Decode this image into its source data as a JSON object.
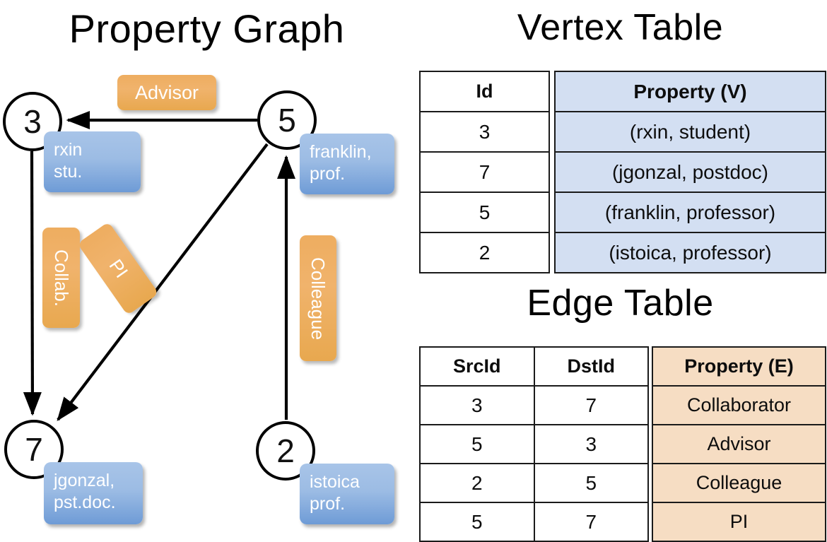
{
  "titles": {
    "property_graph": "Property Graph",
    "vertex_table": "Vertex Table",
    "edge_table": "Edge Table"
  },
  "graph": {
    "nodes": [
      {
        "id": "3",
        "property": "rxin\nstu."
      },
      {
        "id": "5",
        "property": "franklin,\nprof."
      },
      {
        "id": "7",
        "property": "jgonzal,\npst.doc."
      },
      {
        "id": "2",
        "property": "istoica\nprof."
      }
    ],
    "edge_labels": [
      {
        "name": "advisor",
        "text": "Advisor"
      },
      {
        "name": "collab",
        "text": "Collab."
      },
      {
        "name": "pi",
        "text": "PI"
      },
      {
        "name": "colleague",
        "text": "Colleague"
      }
    ],
    "edges": [
      {
        "src": "5",
        "dst": "3",
        "label": "Advisor"
      },
      {
        "src": "3",
        "dst": "7",
        "label": "Collab."
      },
      {
        "src": "5",
        "dst": "7",
        "label": "PI"
      },
      {
        "src": "2",
        "dst": "5",
        "label": "Colleague"
      }
    ]
  },
  "vertex_table": {
    "headers": [
      "Id",
      "Property (V)"
    ],
    "rows": [
      {
        "id": "3",
        "property": "(rxin, student)"
      },
      {
        "id": "7",
        "property": "(jgonzal, postdoc)"
      },
      {
        "id": "5",
        "property": "(franklin, professor)"
      },
      {
        "id": "2",
        "property": "(istoica, professor)"
      }
    ]
  },
  "edge_table": {
    "headers": [
      "SrcId",
      "DstId",
      "Property (E)"
    ],
    "rows": [
      {
        "src": "3",
        "dst": "7",
        "property": "Collaborator"
      },
      {
        "src": "5",
        "dst": "3",
        "property": "Advisor"
      },
      {
        "src": "2",
        "dst": "5",
        "property": "Colleague"
      },
      {
        "src": "5",
        "dst": "7",
        "property": "PI"
      }
    ]
  },
  "colors": {
    "vertex_property_fill": "#d3dff2",
    "edge_property_fill": "#f6ddc3",
    "node_box_blue": "#9cbce4",
    "edge_label_orange": "#eead60",
    "stroke": "#000000"
  }
}
